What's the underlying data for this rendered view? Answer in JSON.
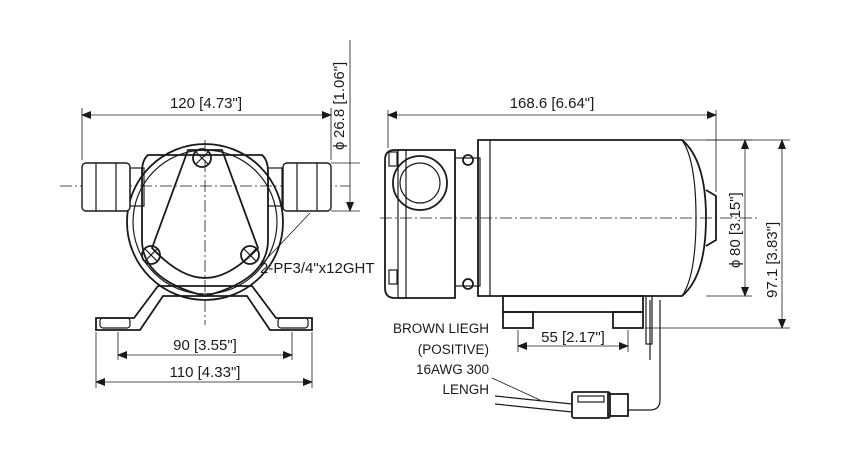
{
  "dimensions": {
    "front_width": "120 [4.73\"]",
    "port_diameter": "26.8 [1.06\"]",
    "port_thread": "2-PF3/4\"x12GHT",
    "foot_hole_spacing": "90 [3.55\"]",
    "foot_width": "110 [4.33\"]",
    "side_length": "168.6 [6.64\"]",
    "motor_diameter": "80 [3.15\"]",
    "overall_height": "97.1 [3.83\"]",
    "foot_length": "55 [2.17\"]"
  },
  "diameter_symbol": "ϕ",
  "wire_note": [
    "BROWN LIEGH",
    "(POSITIVE)",
    "16AWG 300",
    "LENGH"
  ]
}
